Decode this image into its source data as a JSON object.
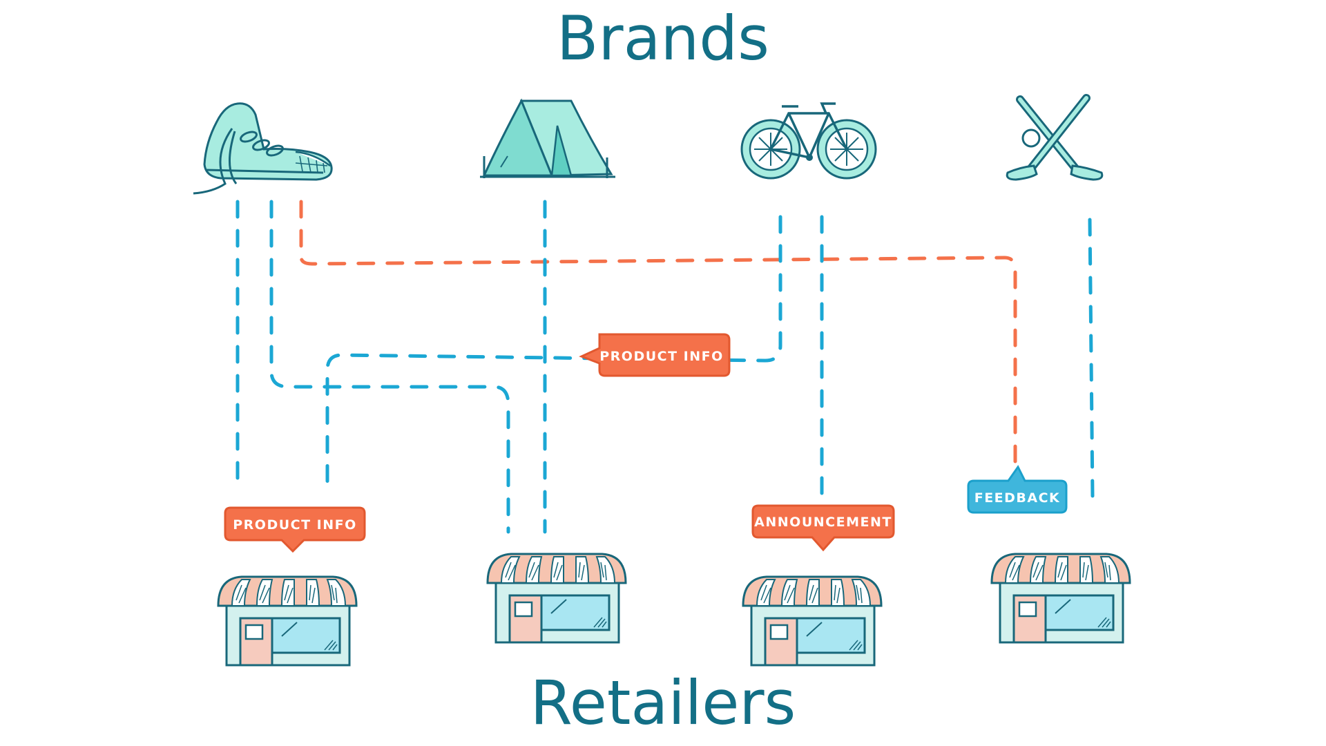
{
  "titles": {
    "top": "Brands",
    "bottom": "Retailers"
  },
  "brands": [
    {
      "icon": "sneaker-icon"
    },
    {
      "icon": "tent-icon"
    },
    {
      "icon": "bicycle-icon"
    },
    {
      "icon": "golf-clubs-icon"
    }
  ],
  "retailers": [
    {
      "icon": "storefront-icon"
    },
    {
      "icon": "storefront-icon"
    },
    {
      "icon": "storefront-icon"
    },
    {
      "icon": "storefront-icon"
    }
  ],
  "labels": {
    "product_info_middle": "PRODUCT INFO",
    "product_info_left": "PRODUCT INFO",
    "announcement": "ANNOUNCEMENT",
    "feedback": "FEEDBACK"
  },
  "colors": {
    "title": "#136f86",
    "outline": "#18677a",
    "blue_path": "#1ba7d4",
    "orange_path": "#f4714a",
    "orange_tag": "#f4714a",
    "blue_tag": "#3fb6dc",
    "mint_fill": "#a8ece0",
    "store_wall": "#d3f1ee",
    "store_awning": "#f6c4b0",
    "store_window": "#a9e6f2",
    "store_door": "#f6cbbe"
  }
}
